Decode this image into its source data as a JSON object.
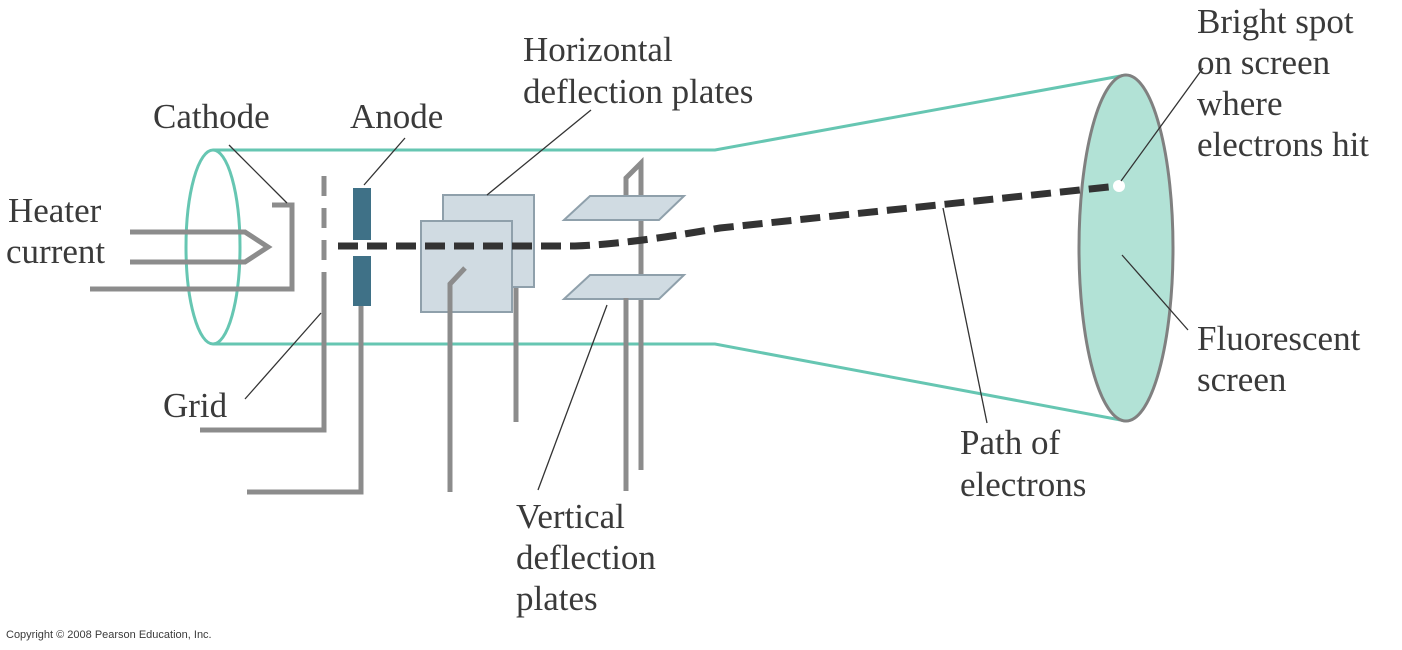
{
  "labels": {
    "heater": [
      "Heater",
      "current"
    ],
    "cathode": "Cathode",
    "anode": "Anode",
    "grid": "Grid",
    "horizontal": [
      "Horizontal",
      "deflection plates"
    ],
    "vertical": [
      "Vertical",
      "deflection",
      "plates"
    ],
    "path": [
      "Path of",
      "electrons"
    ],
    "bright_spot": [
      "Bright spot",
      "on screen",
      "where",
      "electrons hit"
    ],
    "fluorescent": [
      "Fluorescent",
      "screen"
    ]
  },
  "copyright": "Copyright © 2008 Pearson Education, Inc.",
  "colors": {
    "tube_outline": "#66c6b2",
    "screen_fill": "#b2e2d6",
    "screen_edge": "#808080",
    "wire": "#8c8c8c",
    "plate_fill": "#d0dbe2",
    "plate_edge": "#8fa0ab",
    "anode": "#3f7187",
    "beam": "#333333",
    "text": "#3a3a3a",
    "leader": "#333333"
  }
}
